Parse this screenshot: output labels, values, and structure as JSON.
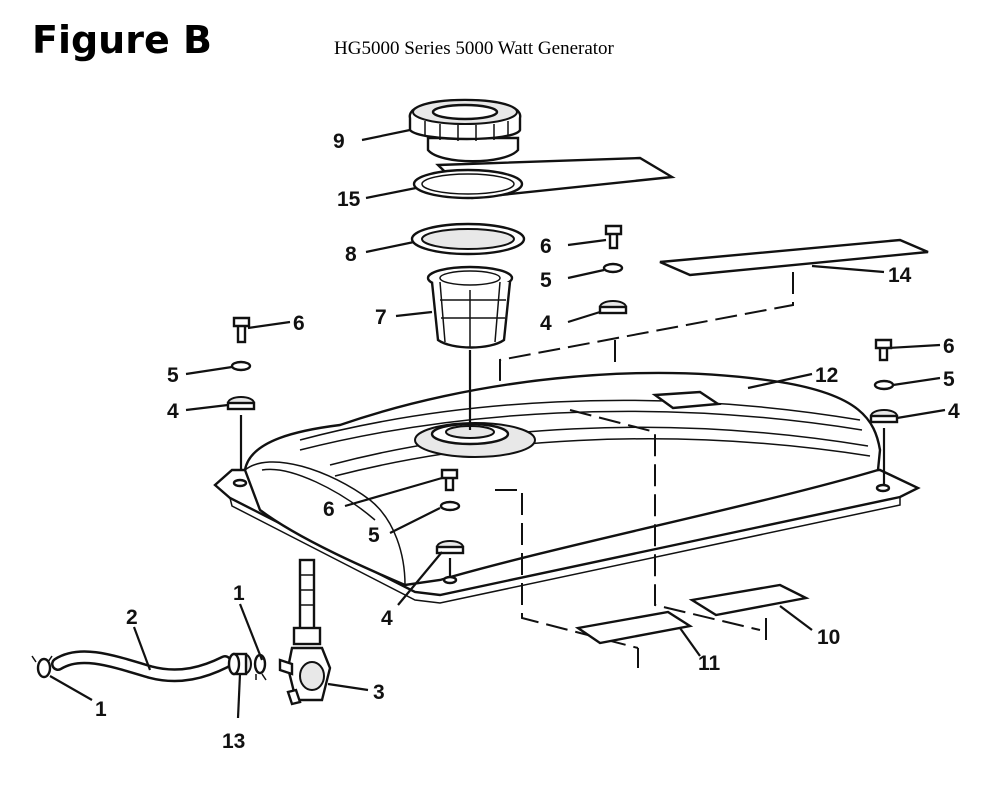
{
  "figure_label": "Figure B",
  "title": "HG5000 Series 5000 Watt Generator",
  "callouts": [
    "9",
    "15",
    "8",
    "7",
    "6",
    "5",
    "4",
    "6",
    "5",
    "4",
    "6",
    "5",
    "4",
    "14",
    "12",
    "6",
    "5",
    "4",
    "1",
    "2",
    "1",
    "13",
    "3",
    "11",
    "10"
  ]
}
